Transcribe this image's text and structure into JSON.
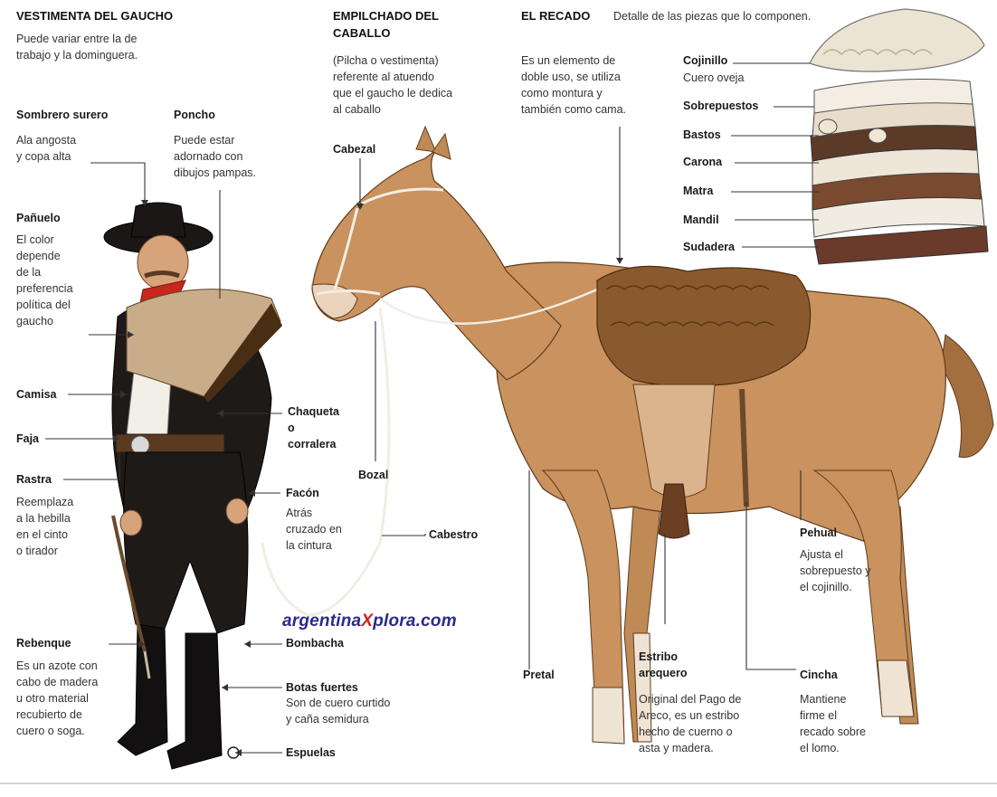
{
  "gaucho": {
    "title": "VESTIMENTA DEL GAUCHO",
    "intro": "Puede variar entre la de\ntrabajo y la dominguera.",
    "sombrero": {
      "label": "Sombrero surero",
      "desc": "Ala angosta\ny copa alta"
    },
    "poncho": {
      "label": "Poncho",
      "desc": "Puede estar\nadornado con\ndibujos pampas."
    },
    "panuelo": {
      "label": "Pañuelo",
      "desc": "El color\ndepende\nde la\npreferencia\npolítica del\ngaucho"
    },
    "camisa": {
      "label": "Camisa"
    },
    "chaqueta": {
      "label": "Chaqueta\no\ncorralera"
    },
    "faja": {
      "label": "Faja"
    },
    "rastra": {
      "label": "Rastra",
      "desc": "Reemplaza\na la hebilla\nen el cinto\no tirador"
    },
    "facon": {
      "label": "Facón",
      "desc": "Atrás\ncruzado en\nla cintura"
    },
    "rebenque": {
      "label": "Rebenque",
      "desc": "Es un azote con\ncabo de madera\nu otro material\nrecubierto de\ncuero o soga."
    },
    "bombacha": {
      "label": "Bombacha"
    },
    "botas": {
      "label": "Botas fuertes",
      "desc": "Son de cuero curtido\ny caña semidura"
    },
    "espuelas": {
      "label": "Espuelas"
    }
  },
  "caballo": {
    "title": "EMPILCHADO DEL\nCABALLO",
    "intro": "(Pilcha o vestimenta)\nreferente al atuendo\nque el gaucho le dedica\nal caballo",
    "cabezal": {
      "label": "Cabezal"
    },
    "bozal": {
      "label": "Bozal"
    },
    "cabestro": {
      "label": "Cabestro"
    },
    "pretal": {
      "label": "Pretal"
    },
    "estribo": {
      "label": "Estribo\narequero",
      "desc": "Original del Pago de\nAreco, es un estribo\nhecho de cuerno o\nasta y madera."
    },
    "cincha": {
      "label": "Cincha",
      "desc": "Mantiene\nfirme el\nrecado sobre\nel lomo."
    },
    "pehual": {
      "label": "Pehual",
      "desc": "Ajusta el\nsobrepuesto y\nel cojinillo."
    }
  },
  "recado": {
    "title": "EL RECADO",
    "subtitle": "Detalle de las piezas que lo componen.",
    "intro": "Es un elemento de\ndoble uso, se utiliza\ncomo montura y\ntambién como cama.",
    "pieces": [
      {
        "label": "Cojinillo",
        "desc": "Cuero oveja"
      },
      {
        "label": "Sobrepuestos"
      },
      {
        "label": "Bastos"
      },
      {
        "label": "Carona"
      },
      {
        "label": "Matra"
      },
      {
        "label": "Mandil"
      },
      {
        "label": "Sudadera"
      }
    ]
  },
  "watermark": {
    "prefix": "argentina",
    "x": "X",
    "suffix": "plora.com"
  },
  "colors": {
    "horse": "#c9925e",
    "saddle_fleece": "#8a5a2e",
    "gaucho_cloth": "#1e1a18",
    "poncho": "#c8ad88",
    "line": "#333333"
  }
}
